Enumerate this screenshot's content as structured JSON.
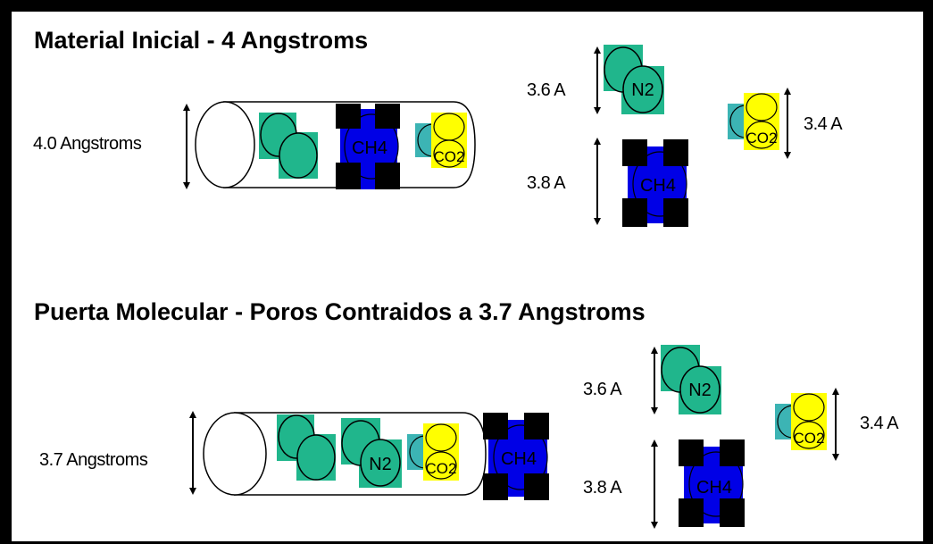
{
  "section1": {
    "title": "Material Inicial - 4 Angstroms",
    "pore_size_label": "4.0 Angstroms"
  },
  "section2": {
    "title": "Puerta Molecular - Poros Contraidos a 3.7 Angstroms",
    "pore_size_label": "3.7 Angstroms"
  },
  "molecules": {
    "n2": {
      "formula": "N2",
      "size_label": "3.6 A"
    },
    "ch4": {
      "formula": "CH4",
      "size_label": "3.8 A"
    },
    "co2": {
      "formula": "CO2",
      "size_label": "3.4 A"
    }
  },
  "colors": {
    "n2": "#20b68c",
    "ch4": "#0000e6",
    "co2": "#ffff00",
    "co2_side": "#3cb4b4",
    "ch4_h": "#000000"
  }
}
